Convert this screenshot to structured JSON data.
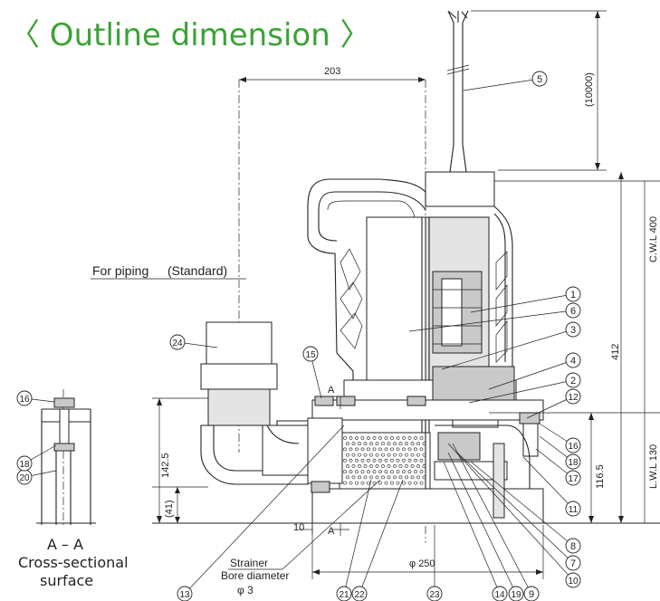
{
  "title": "〈 Outline dimension 〉",
  "labels": {
    "for_piping": "For piping",
    "standard": "(Standard)",
    "section_aa": "A – A",
    "cross_sectional": "Cross-sectional",
    "surface": "surface",
    "strainer": "Strainer",
    "bore_diameter": "Bore diameter",
    "bore_value": "φ 3",
    "section_mark_a": "A"
  },
  "dimensions": {
    "d203": "203",
    "d10000": "(10000)",
    "cwl400": "C.W.L 400",
    "d412": "412",
    "d1425": "142.5",
    "d41": "(41)",
    "d1165": "116.5",
    "lwl130": "L.W.L 130",
    "d10": "10",
    "d250": "φ 250"
  },
  "part_numbers": [
    "1",
    "2",
    "3",
    "4",
    "5",
    "6",
    "7",
    "8",
    "9",
    "10",
    "11",
    "12",
    "13",
    "14",
    "15",
    "16",
    "17",
    "18",
    "19",
    "20",
    "21",
    "22",
    "23",
    "24"
  ]
}
